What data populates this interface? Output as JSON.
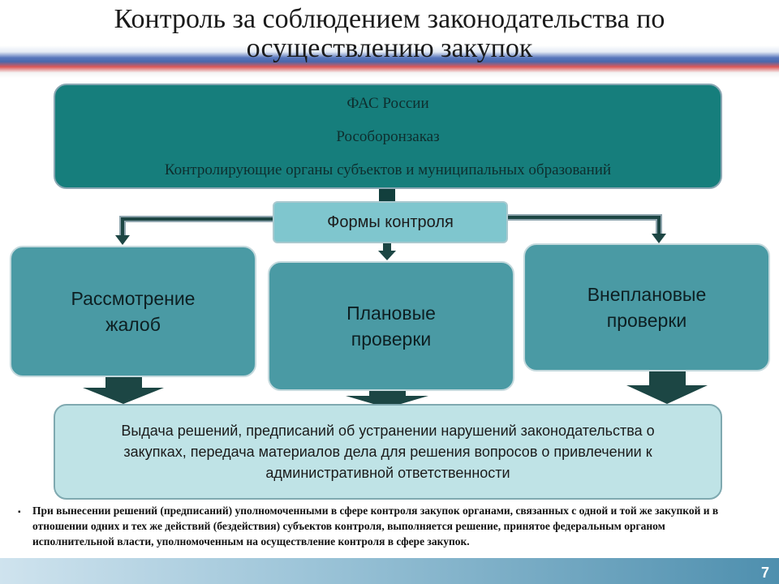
{
  "slide": {
    "title": "Контроль за соблюдением законодательства по осуществлению закупок",
    "control_bodies": [
      "ФАС России",
      "Рособоронзаказ",
      "Контролирующие органы субъектов и муниципальных образований"
    ],
    "forms_label": "Формы контроля",
    "forms": [
      "Рассмотрение жалоб",
      "Плановые проверки",
      "Внеплановые проверки"
    ],
    "result": "Выдача решений, предписаний об устранении нарушений законодательства о закупках, передача материалов дела для решения вопросов о привлечении к административной ответственности",
    "note_bullet": "▪",
    "note": "При вынесении решений (предписаний) уполномоченными в сфере контроля закупок органами, связанных с одной и той же закупкой и в отношении одних и тех же действий (бездействия) субъектов контроля, выполняется решение, принятое федеральным органом исполнительной власти, уполномоченным на осуществление контроля в сфере закупок.",
    "page_number": "7"
  }
}
